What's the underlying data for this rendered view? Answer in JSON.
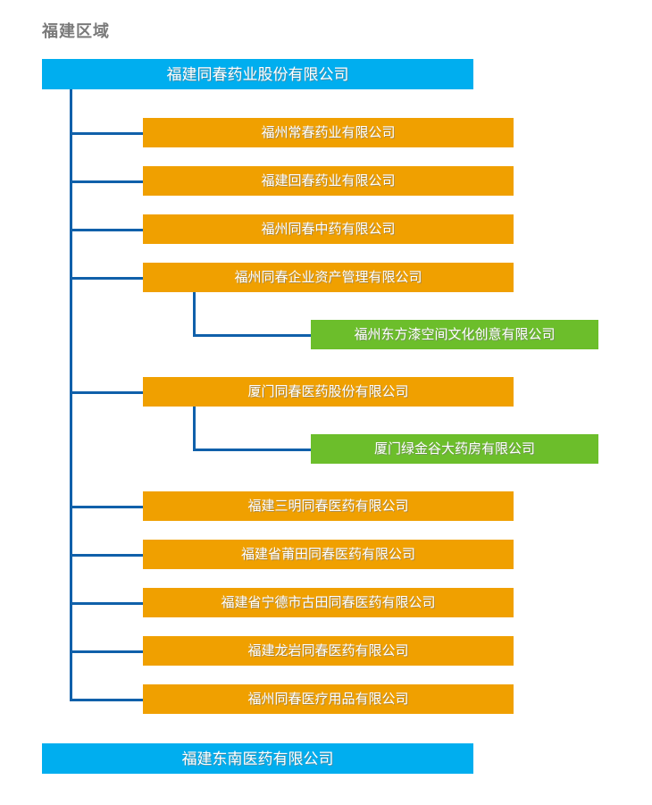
{
  "title": "福建区域",
  "colors": {
    "primary_blue": "#00AEEF",
    "orange": "#F0A000",
    "green": "#6CBE2B",
    "connector_blue": "#1060AA",
    "title_gray": "#7A7A7A",
    "background": "#FFFFFF"
  },
  "chart_data": {
    "type": "diagram",
    "title": "福建区域",
    "root": {
      "label": "福建同春药业股份有限公司",
      "level": 0,
      "color": "#00AEEF"
    },
    "children": [
      {
        "label": "福州常春药业有限公司",
        "level": 1,
        "color": "#F0A000",
        "children": []
      },
      {
        "label": "福建回春药业有限公司",
        "level": 1,
        "color": "#F0A000",
        "children": []
      },
      {
        "label": "福州同春中药有限公司",
        "level": 1,
        "color": "#F0A000",
        "children": []
      },
      {
        "label": "福州同春企业资产管理有限公司",
        "level": 1,
        "color": "#F0A000",
        "children": [
          {
            "label": "福州东方漆空间文化创意有限公司",
            "level": 2,
            "color": "#6CBE2B"
          }
        ]
      },
      {
        "label": "厦门同春医药股份有限公司",
        "level": 1,
        "color": "#F0A000",
        "children": [
          {
            "label": "厦门绿金谷大药房有限公司",
            "level": 2,
            "color": "#6CBE2B"
          }
        ]
      },
      {
        "label": "福建三明同春医药有限公司",
        "level": 1,
        "color": "#F0A000",
        "children": []
      },
      {
        "label": "福建省莆田同春医药有限公司",
        "level": 1,
        "color": "#F0A000",
        "children": []
      },
      {
        "label": "福建省宁德市古田同春医药有限公司",
        "level": 1,
        "color": "#F0A000",
        "children": []
      },
      {
        "label": "福建龙岩同春医药有限公司",
        "level": 1,
        "color": "#F0A000",
        "children": []
      },
      {
        "label": "福州同春医疗用品有限公司",
        "level": 1,
        "color": "#F0A000",
        "children": []
      }
    ],
    "footer": {
      "label": "福建东南医药有限公司",
      "level": 0,
      "color": "#00AEEF"
    }
  },
  "nodes": {
    "root": "福建同春药业股份有限公司",
    "c1": "福州常春药业有限公司",
    "c2": "福建回春药业有限公司",
    "c3": "福州同春中药有限公司",
    "c4": "福州同春企业资产管理有限公司",
    "c4g1": "福州东方漆空间文化创意有限公司",
    "c5": "厦门同春医药股份有限公司",
    "c5g1": "厦门绿金谷大药房有限公司",
    "c6": "福建三明同春医药有限公司",
    "c7": "福建省莆田同春医药有限公司",
    "c8": "福建省宁德市古田同春医药有限公司",
    "c9": "福建龙岩同春医药有限公司",
    "c10": "福州同春医疗用品有限公司",
    "footer": "福建东南医药有限公司"
  }
}
